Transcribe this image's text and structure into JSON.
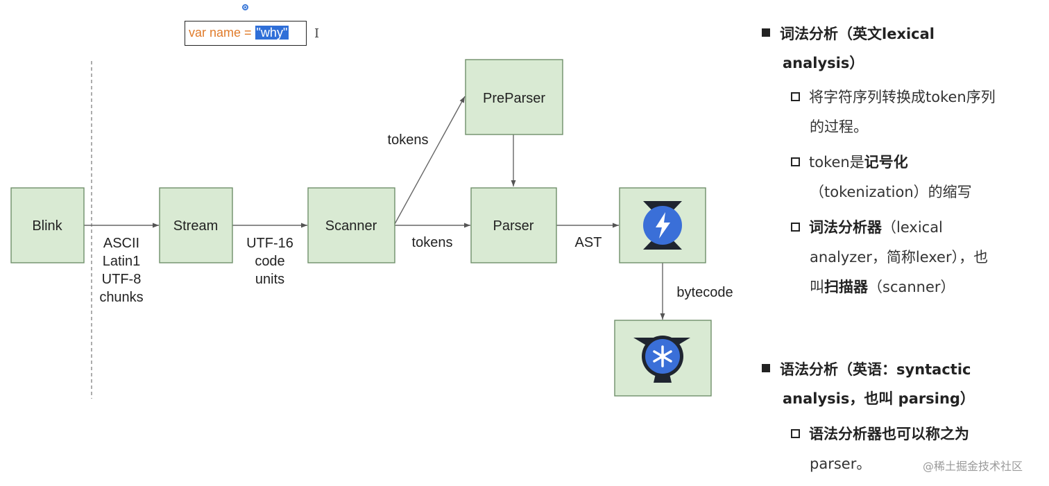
{
  "code_snippet": {
    "prefix": "var name = ",
    "selected": "\"why\""
  },
  "diagram": {
    "nodes": {
      "blink": "Blink",
      "stream": "Stream",
      "scanner": "Scanner",
      "preparser": "PreParser",
      "parser": "Parser"
    },
    "edges": {
      "blink_stream": [
        "ASCII",
        "Latin1",
        "UTF-8",
        "chunks"
      ],
      "stream_scanner": [
        "UTF-16",
        "code",
        "units"
      ],
      "scanner_preparser": "tokens",
      "scanner_parser": "tokens",
      "parser_ignition": "AST",
      "ignition_turbofan": "bytecode"
    },
    "colors": {
      "node_fill": "#d9ead3",
      "node_stroke": "#6f8f6a",
      "icon_blue": "#3a6fd8"
    },
    "icons": [
      "ignition-icon",
      "turbofan-icon"
    ]
  },
  "notes": {
    "lexical": {
      "heading_line1": "词法分析（英文lexical",
      "heading_line2": "analysis）",
      "b1_line1": "将字符序列转换成token序列",
      "b1_line2": "的过程。",
      "b2_prefix": "token是",
      "b2_bold": "记号化",
      "b2_line2": "（tokenization）的缩写",
      "b3_bold": "词法分析器",
      "b3_rest": "（lexical",
      "b3_line2": "analyzer，简称lexer），也",
      "b3_line3_prefix": "叫",
      "b3_line3_bold": "扫描器",
      "b3_line3_rest": "（scanner）"
    },
    "syntax": {
      "heading_line1": "语法分析（英语：syntactic",
      "heading_line2": "analysis，也叫 parsing）",
      "b1_bold": "语法分析器也可以称之为",
      "b1_line2": "parser。"
    }
  },
  "watermark": "@稀土掘金技术社区"
}
